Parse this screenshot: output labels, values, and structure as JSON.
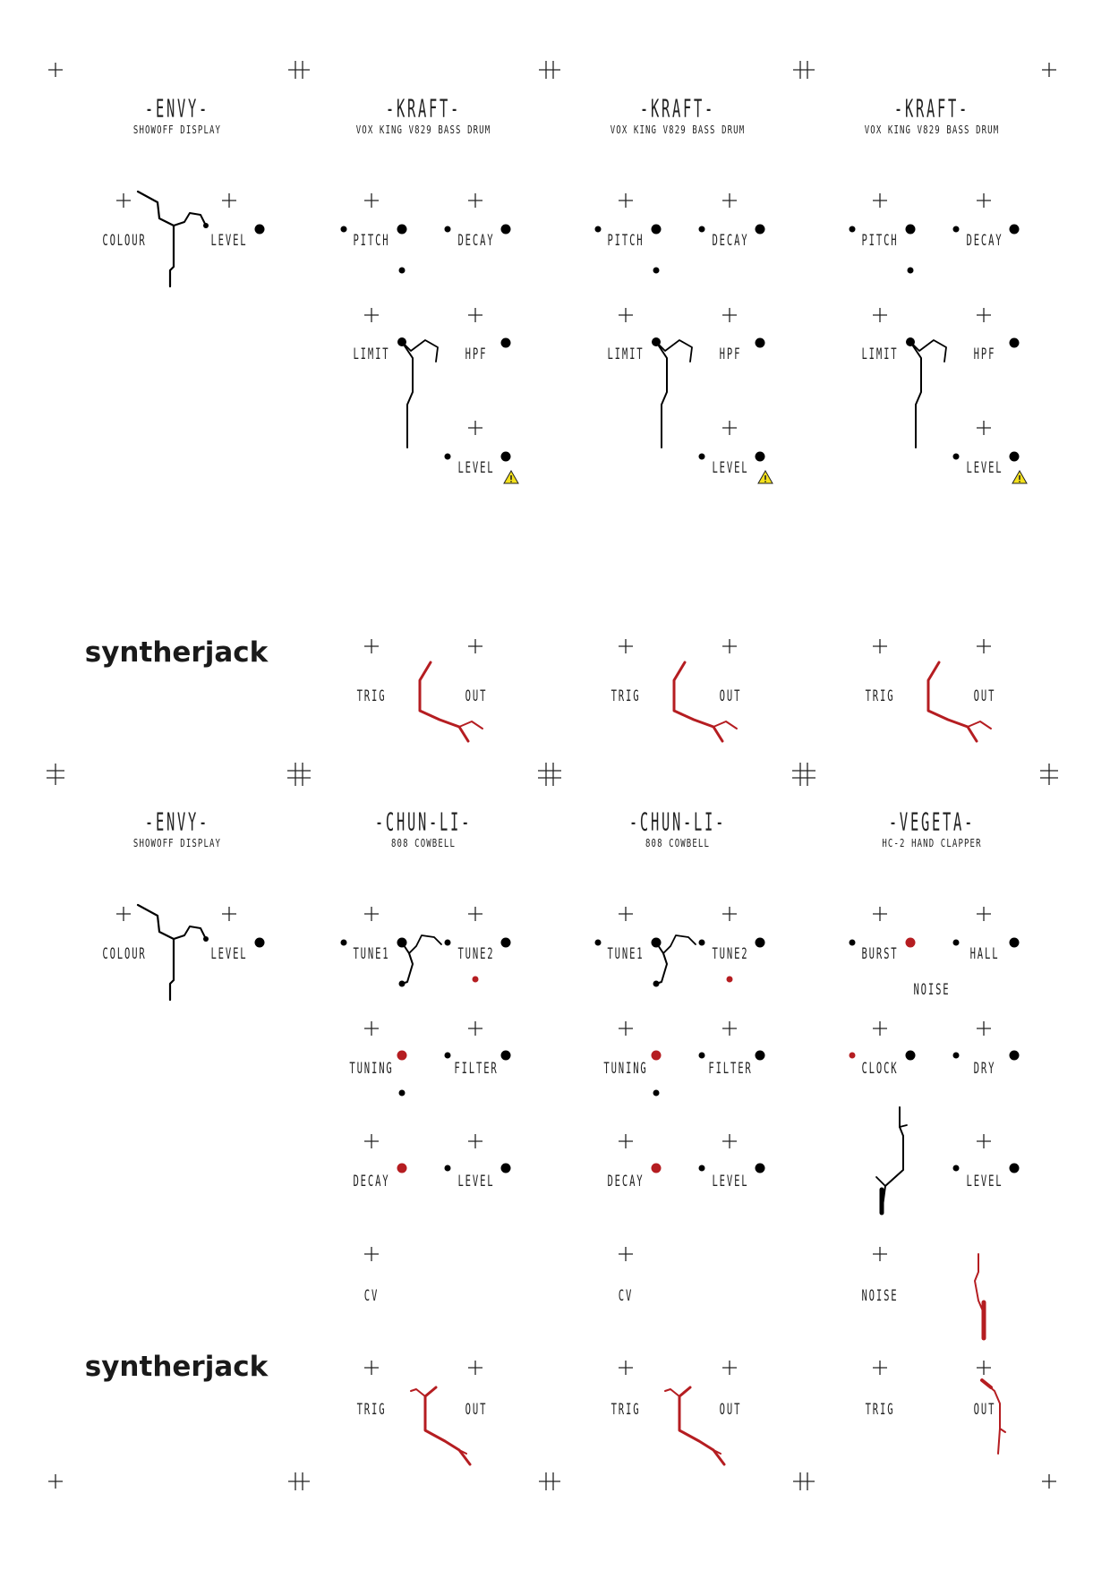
{
  "brand": {
    "name": "syntherjack"
  },
  "colors": {
    "ink": "#000000",
    "accent": "#b51d21",
    "warning": "#f4e11c"
  },
  "warning_icon": "warning-triangle-icon",
  "rows": [
    {
      "panels": [
        {
          "title": "-ENVY-",
          "subtitle": "SHOWOFF DISPLAY",
          "labels": {
            "colour": "COLOUR",
            "level": "LEVEL"
          }
        },
        {
          "title": "-KRAFT-",
          "subtitle": "VOX KING V829 BASS DRUM",
          "labels": {
            "pitch": "PITCH",
            "decay": "DECAY",
            "limit": "LIMIT",
            "hpf": "HPF",
            "level": "LEVEL",
            "trig": "TRIG",
            "out": "OUT"
          }
        },
        {
          "title": "-KRAFT-",
          "subtitle": "VOX KING V829 BASS DRUM",
          "labels": {
            "pitch": "PITCH",
            "decay": "DECAY",
            "limit": "LIMIT",
            "hpf": "HPF",
            "level": "LEVEL",
            "trig": "TRIG",
            "out": "OUT"
          }
        },
        {
          "title": "-KRAFT-",
          "subtitle": "VOX KING V829 BASS DRUM",
          "labels": {
            "pitch": "PITCH",
            "decay": "DECAY",
            "limit": "LIMIT",
            "hpf": "HPF",
            "level": "LEVEL",
            "trig": "TRIG",
            "out": "OUT"
          }
        }
      ]
    },
    {
      "panels": [
        {
          "title": "-ENVY-",
          "subtitle": "SHOWOFF DISPLAY",
          "labels": {
            "colour": "COLOUR",
            "level": "LEVEL"
          }
        },
        {
          "title": "-CHUN-LI-",
          "subtitle": "808 COWBELL",
          "labels": {
            "tune1": "TUNE1",
            "tune2": "TUNE2",
            "tuning": "TUNING",
            "filter": "FILTER",
            "decay": "DECAY",
            "level": "LEVEL",
            "cv": "CV",
            "trig": "TRIG",
            "out": "OUT"
          }
        },
        {
          "title": "-CHUN-LI-",
          "subtitle": "808 COWBELL",
          "labels": {
            "tune1": "TUNE1",
            "tune2": "TUNE2",
            "tuning": "TUNING",
            "filter": "FILTER",
            "decay": "DECAY",
            "level": "LEVEL",
            "cv": "CV",
            "trig": "TRIG",
            "out": "OUT"
          }
        },
        {
          "title": "-VEGETA-",
          "subtitle": "HC-2 HAND CLAPPER",
          "labels": {
            "burst": "BURST",
            "hall": "HALL",
            "noise_top": "NOISE",
            "clock": "CLOCK",
            "dry": "DRY",
            "level": "LEVEL",
            "noise": "NOISE",
            "trig": "TRIG",
            "out": "OUT"
          }
        }
      ]
    }
  ]
}
